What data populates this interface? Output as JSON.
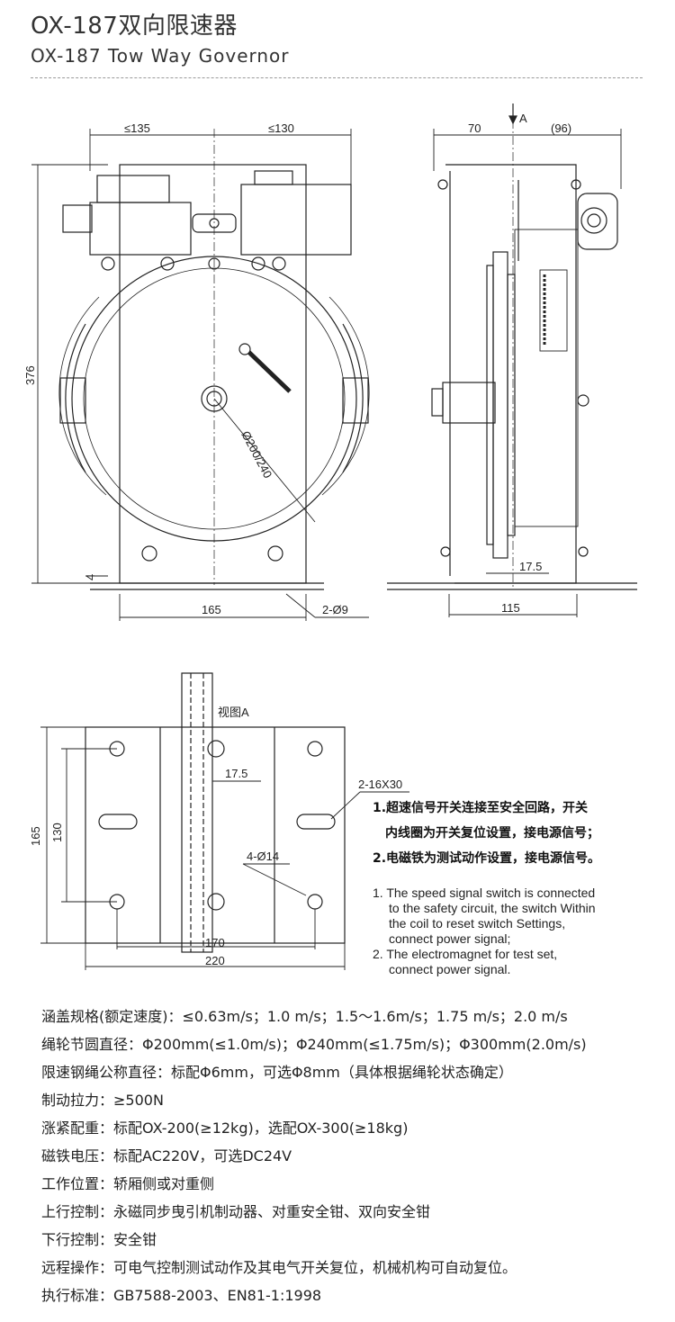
{
  "header": {
    "title_cn": "OX-187双向限速器",
    "title_en": "OX-187 Tow Way Governor"
  },
  "front_view": {
    "dim_left": "≤135",
    "dim_right": "≤130",
    "dim_height": "376",
    "dim_base_offset": "4",
    "dim_bottom": "165",
    "holes": "2-Ø9",
    "diameter": "Ø200/240"
  },
  "side_view": {
    "arrow_label": "A",
    "dim_left": "70",
    "dim_right": "(96)",
    "dim_groove": "17.5",
    "dim_bottom": "115"
  },
  "base_view": {
    "view_label": "视图A",
    "dim_height": "165",
    "dim_inner_height": "130",
    "dim_groove": "17.5",
    "slots": "2-16X30",
    "holes": "4-Ø14",
    "dim_inner_width": "170",
    "dim_width": "220"
  },
  "notes_cn": [
    "1.超速信号开关连接至安全回路，开关",
    "内线圈为开关复位设置，接电源信号；",
    "2.电磁铁为测试动作设置，接电源信号。"
  ],
  "notes_en": [
    "1. The speed signal switch is connected",
    "to the safety circuit, the switch Within",
    "the coil to reset switch Settings,",
    "connect power signal;",
    "2. The electromagnet for test set,",
    "connect power signal."
  ],
  "specs": [
    "涵盖规格(额定速度)：≤0.63m/s；1.0 m/s；1.5～1.6m/s；1.75 m/s；2.0 m/s",
    "绳轮节圆直径：Φ200mm(≤1.0m/s)；Φ240mm(≤1.75m/s)；Φ300mm(2.0m/s)",
    "限速钢绳公称直径：标配Φ6mm，可选Φ8mm（具体根据绳轮状态确定）",
    "制动拉力：≥500N",
    "涨紧配重：标配OX-200(≥12kg)，选配OX-300(≥18kg)",
    "磁铁电压：标配AC220V，可选DC24V",
    "工作位置：轿厢侧或对重侧",
    "上行控制：永磁同步曳引机制动器、对重安全钳、双向安全钳",
    "下行控制：安全钳",
    "远程操作：可电气控制测试动作及其电气开关复位，机械机构可自动复位。",
    "执行标准：GB7588-2003、EN81-1:1998"
  ]
}
